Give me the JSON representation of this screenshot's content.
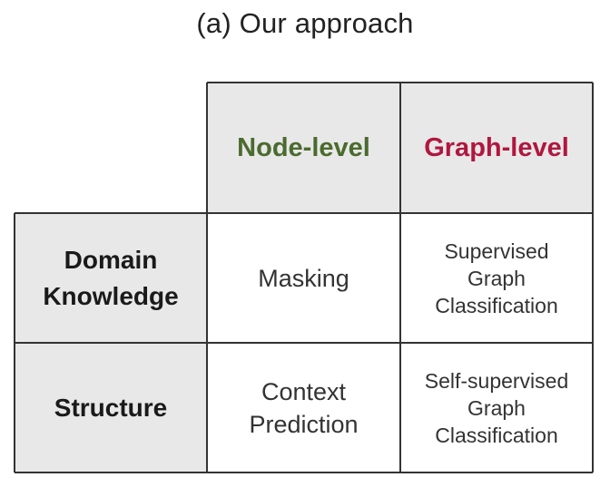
{
  "title": "(a) Our approach",
  "columns": [
    {
      "label": "Node-level",
      "color": "#4a6b2e"
    },
    {
      "label": "Graph-level",
      "color": "#b0173f"
    }
  ],
  "rows": [
    {
      "label": "Domain\nKnowledge",
      "node_level": "Masking",
      "graph_level": "Supervised\nGraph\nClassification"
    },
    {
      "label": "Structure",
      "node_level": "Context\nPrediction",
      "graph_level": "Self-supervised\nGraph\nClassification"
    }
  ]
}
